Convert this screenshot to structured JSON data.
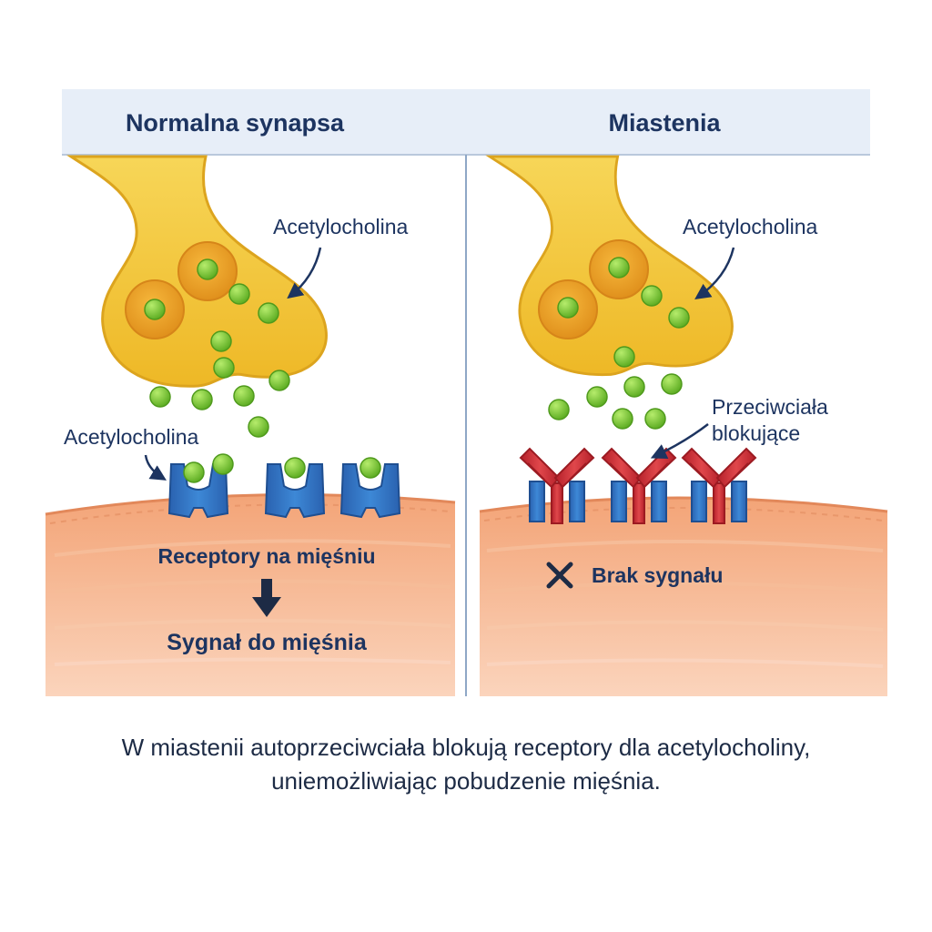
{
  "panels": {
    "left": {
      "header": "Normalna synapsa",
      "acetylcholine_label_top": "Acetylocholina",
      "acetylcholine_label_side": "Acetylocholina",
      "receptor_label": "Receptory na mięśniu",
      "signal_label": "Sygnał do mięśnia"
    },
    "right": {
      "header": "Miastenia",
      "acetylcholine_label_top": "Acetylocholina",
      "antibody_label_line1": "Przeciwciała",
      "antibody_label_line2": "blokujące",
      "no_signal_label": "Brak sygnału"
    }
  },
  "caption": {
    "line1": "W miastenii autoprzeciwciała blokują receptory dla acetylocholiny,",
    "line2": "uniemożliwiając pobudzenie mięśnia."
  },
  "colors": {
    "header_bg": "#e7eef8",
    "text": "#1d3460",
    "neuron": "#f3c640",
    "neurotransmitter": "#7cc63a",
    "receptor": "#2f6fbf",
    "antibody": "#d2333a",
    "muscle": "#f2a77c"
  }
}
